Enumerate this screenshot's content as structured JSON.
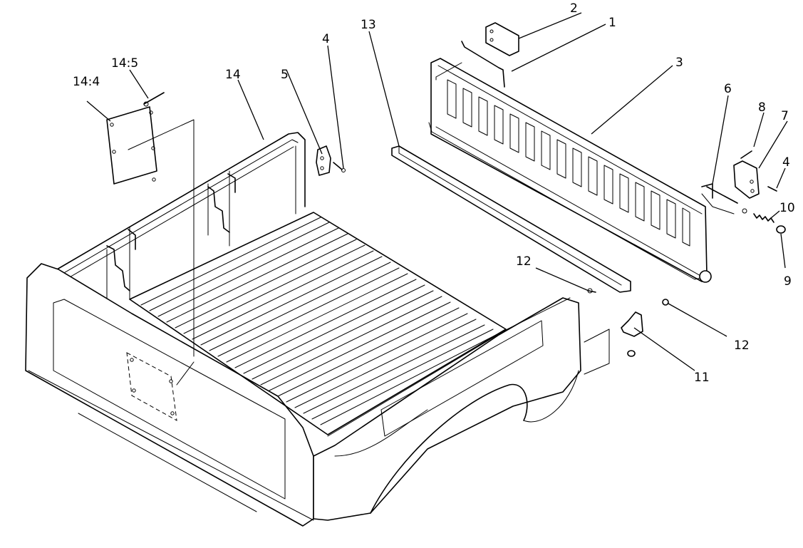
{
  "diagram": {
    "callouts": {
      "c1": "1",
      "c2": "2",
      "c3": "3",
      "c4a": "4",
      "c4b": "4",
      "c5": "5",
      "c6": "6",
      "c7": "7",
      "c8": "8",
      "c9": "9",
      "c10": "10",
      "c11": "11",
      "c12a": "12",
      "c12b": "12",
      "c13": "13",
      "c14": "14",
      "c14_4": "14:4",
      "c14_5": "14:5"
    }
  }
}
